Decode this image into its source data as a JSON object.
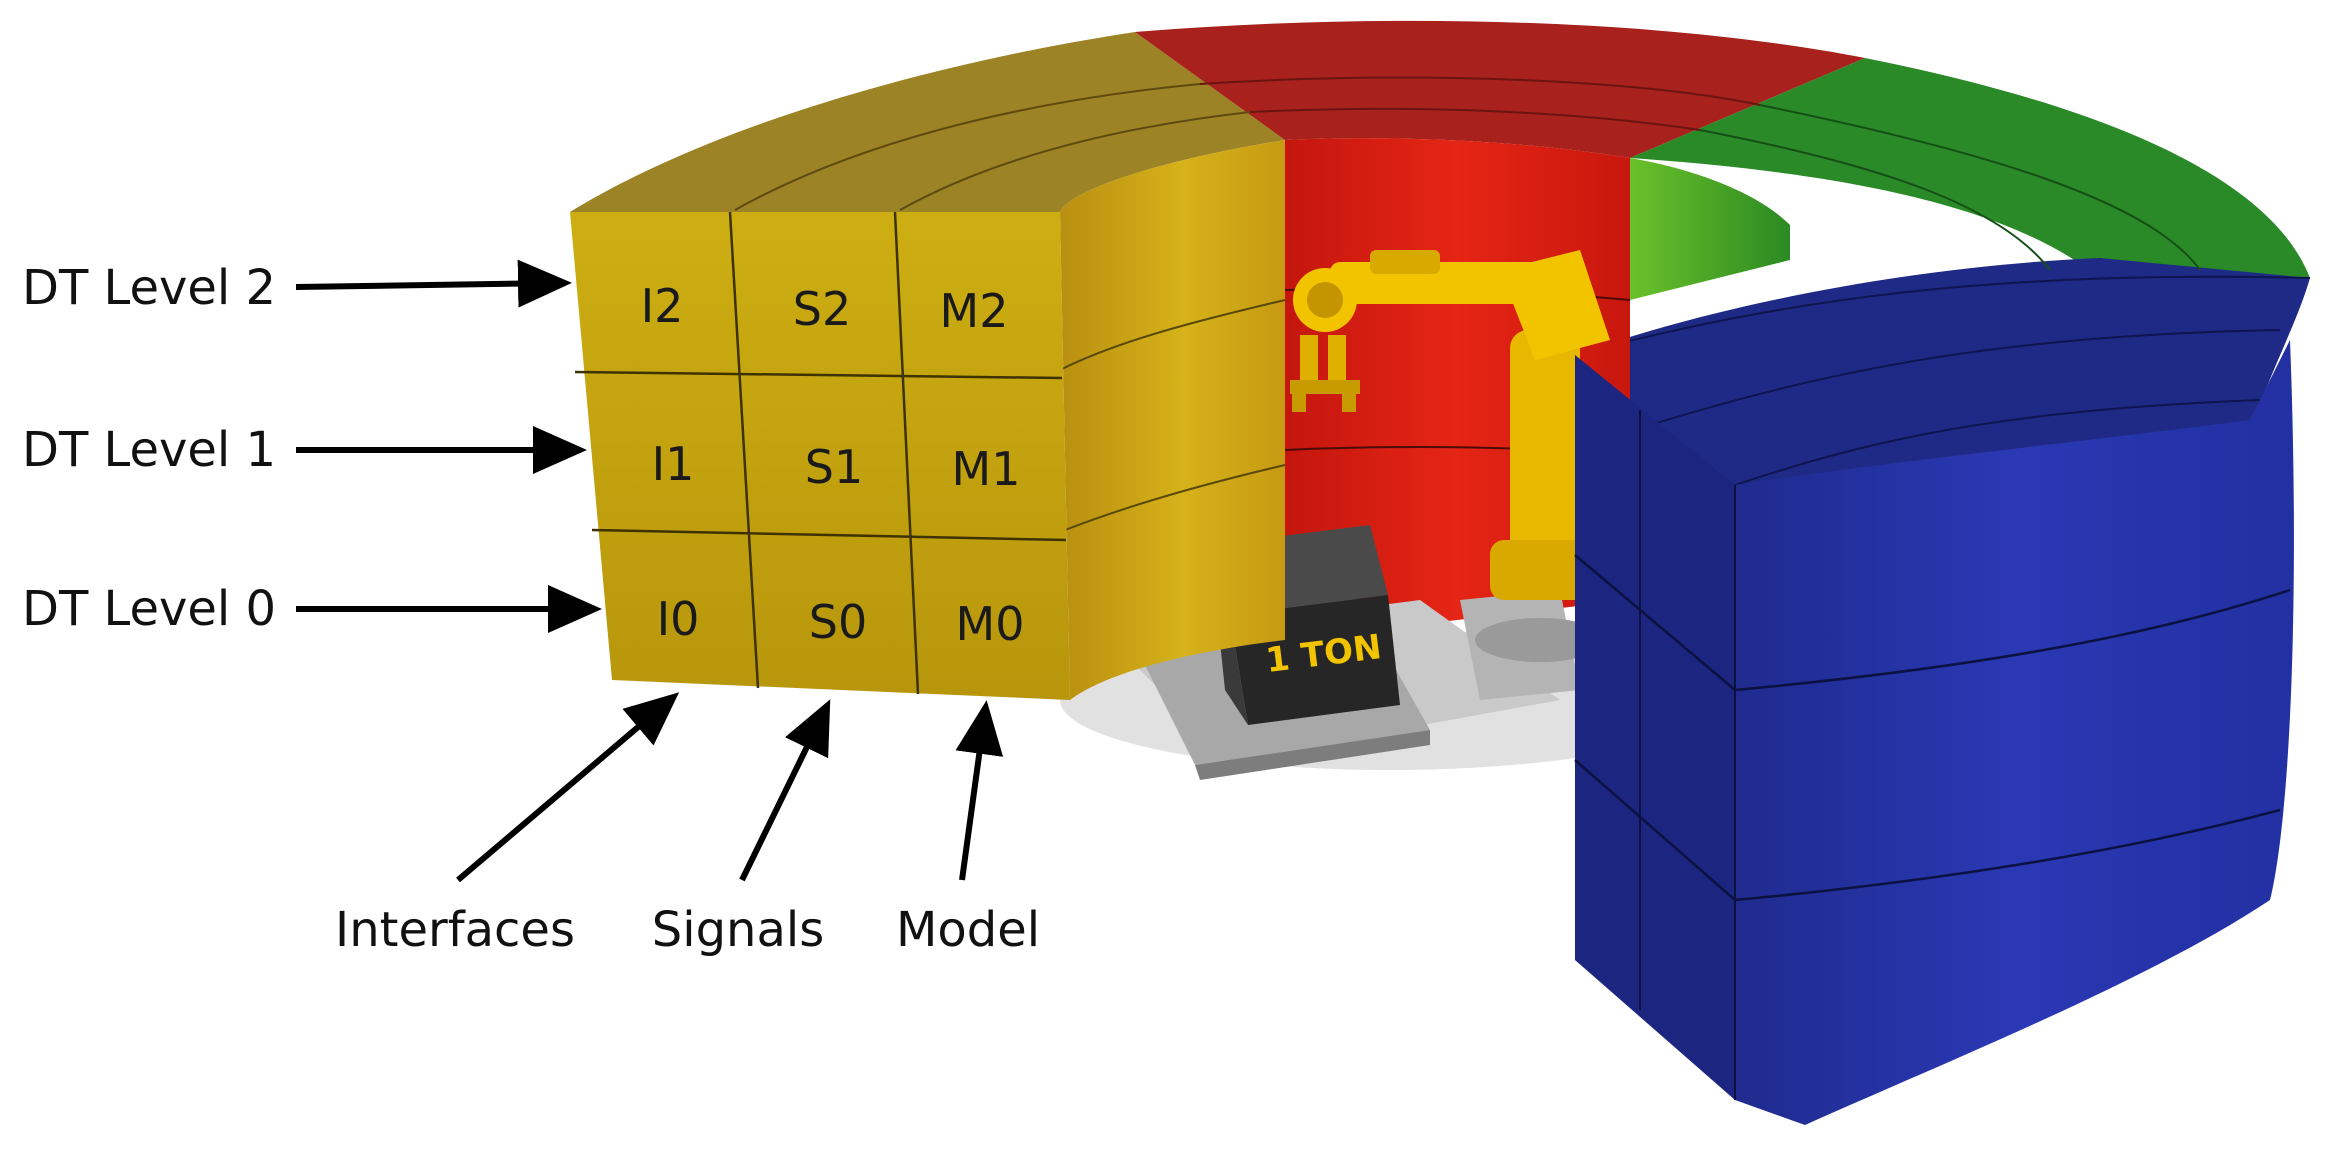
{
  "levels": [
    {
      "label": "DT Level 2"
    },
    {
      "label": "DT Level 1"
    },
    {
      "label": "DT Level 0"
    }
  ],
  "columns": [
    {
      "label": "Interfaces"
    },
    {
      "label": "Signals"
    },
    {
      "label": "Model"
    }
  ],
  "cells": [
    [
      "I2",
      "S2",
      "M2"
    ],
    [
      "I1",
      "S1",
      "M1"
    ],
    [
      "I0",
      "S0",
      "M0"
    ]
  ],
  "payload_label": "1 TON",
  "colors": {
    "segment_yellow": "#c9a400",
    "segment_red": "#d81a10",
    "segment_green": "#2e9a2a",
    "segment_blue": "#2430a8",
    "robot": "#f2c400",
    "payload_box": "#2a2a2a",
    "payload_text": "#f2c400"
  },
  "icons": {
    "robot": "industrial-robot-arm-icon",
    "payload": "weight-box-icon",
    "arrow": "arrow-icon"
  }
}
